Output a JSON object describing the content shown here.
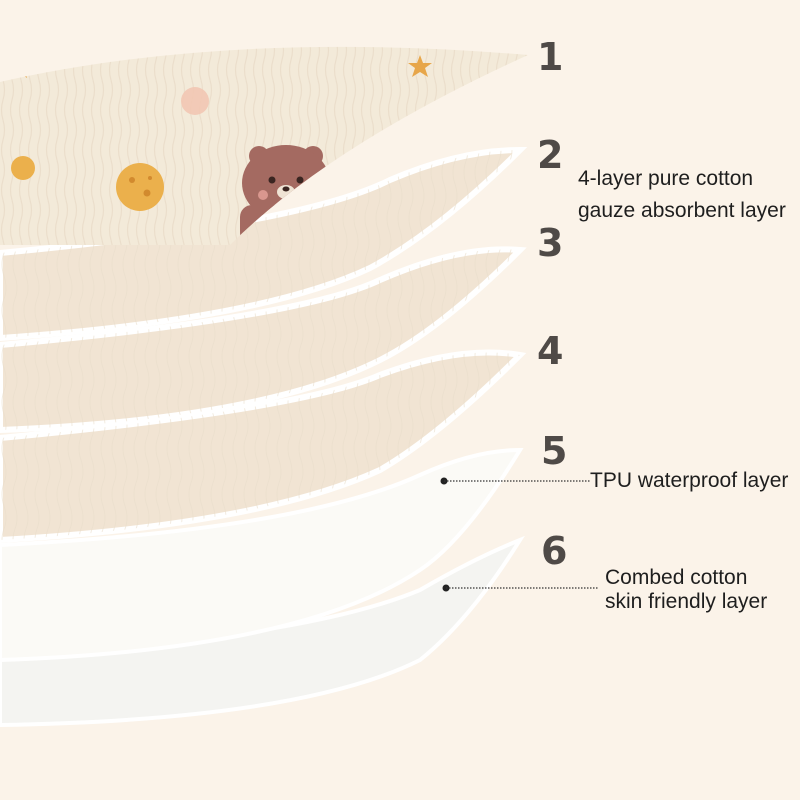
{
  "layer_numbers": [
    "1",
    "2",
    "3",
    "4",
    "5",
    "6"
  ],
  "labels": {
    "absorbent": {
      "line1": "4-layer pure cotton",
      "line2": "gauze absorbent layer"
    },
    "tpu": {
      "text": "TPU waterproof layer"
    },
    "combed": {
      "line1": "Combed cotton",
      "line2": "skin friendly layer"
    }
  },
  "colors": {
    "background": "#fbf3e9",
    "print_fabric": "#f3ead9",
    "gauze": "#f1e4d3",
    "tpu": "#fbfaf6",
    "combed_cotton": "#f4f4f1",
    "number_text": "#4f4a47",
    "bear": "#a46a61",
    "star": "#e7a64a",
    "planet": "#ebb04c",
    "dot": "#f2c6b3"
  },
  "icons": {
    "bear": "bear-face-icon",
    "star": "star-icon",
    "planet": "planet-icon"
  }
}
